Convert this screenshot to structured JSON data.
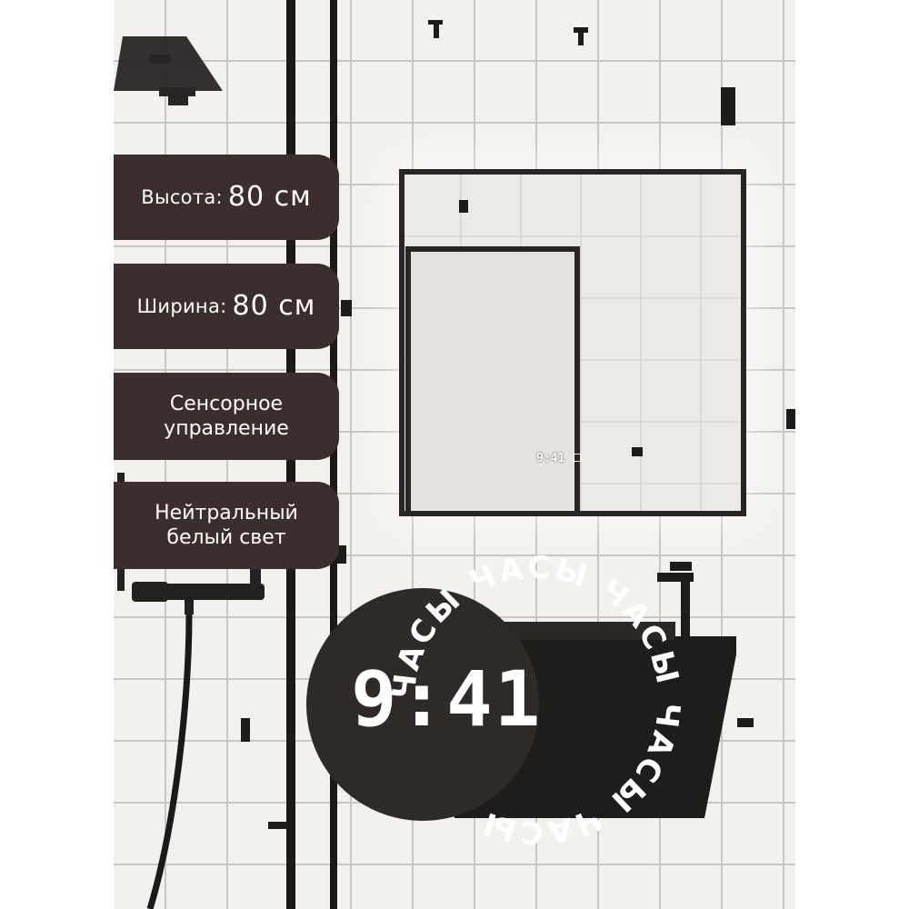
{
  "features": {
    "height": {
      "label": "Высота:",
      "value": "80 см"
    },
    "width": {
      "label": "Ширина:",
      "value": "80 см"
    },
    "touch_control": {
      "line1": "Сенсорное",
      "line2": "управление"
    },
    "light": {
      "line1": "Нейтральный",
      "line2": "белый свет"
    }
  },
  "clock_badge": {
    "time": "9:41",
    "ring_text": "ЧАСЫ ЧАСЫ ЧАСЫ ЧАСЫ ЧАСЫ",
    "mirror_time": "9:41"
  },
  "colors": {
    "pill_background": "#3d2e2e",
    "badge_background": "#2f2a28",
    "frame": "#2a2524",
    "basin": "#1f1d1c",
    "tile": "#f2f1ee"
  },
  "icons": [
    "mirror-clock-icon",
    "touch-sensor-icon"
  ]
}
